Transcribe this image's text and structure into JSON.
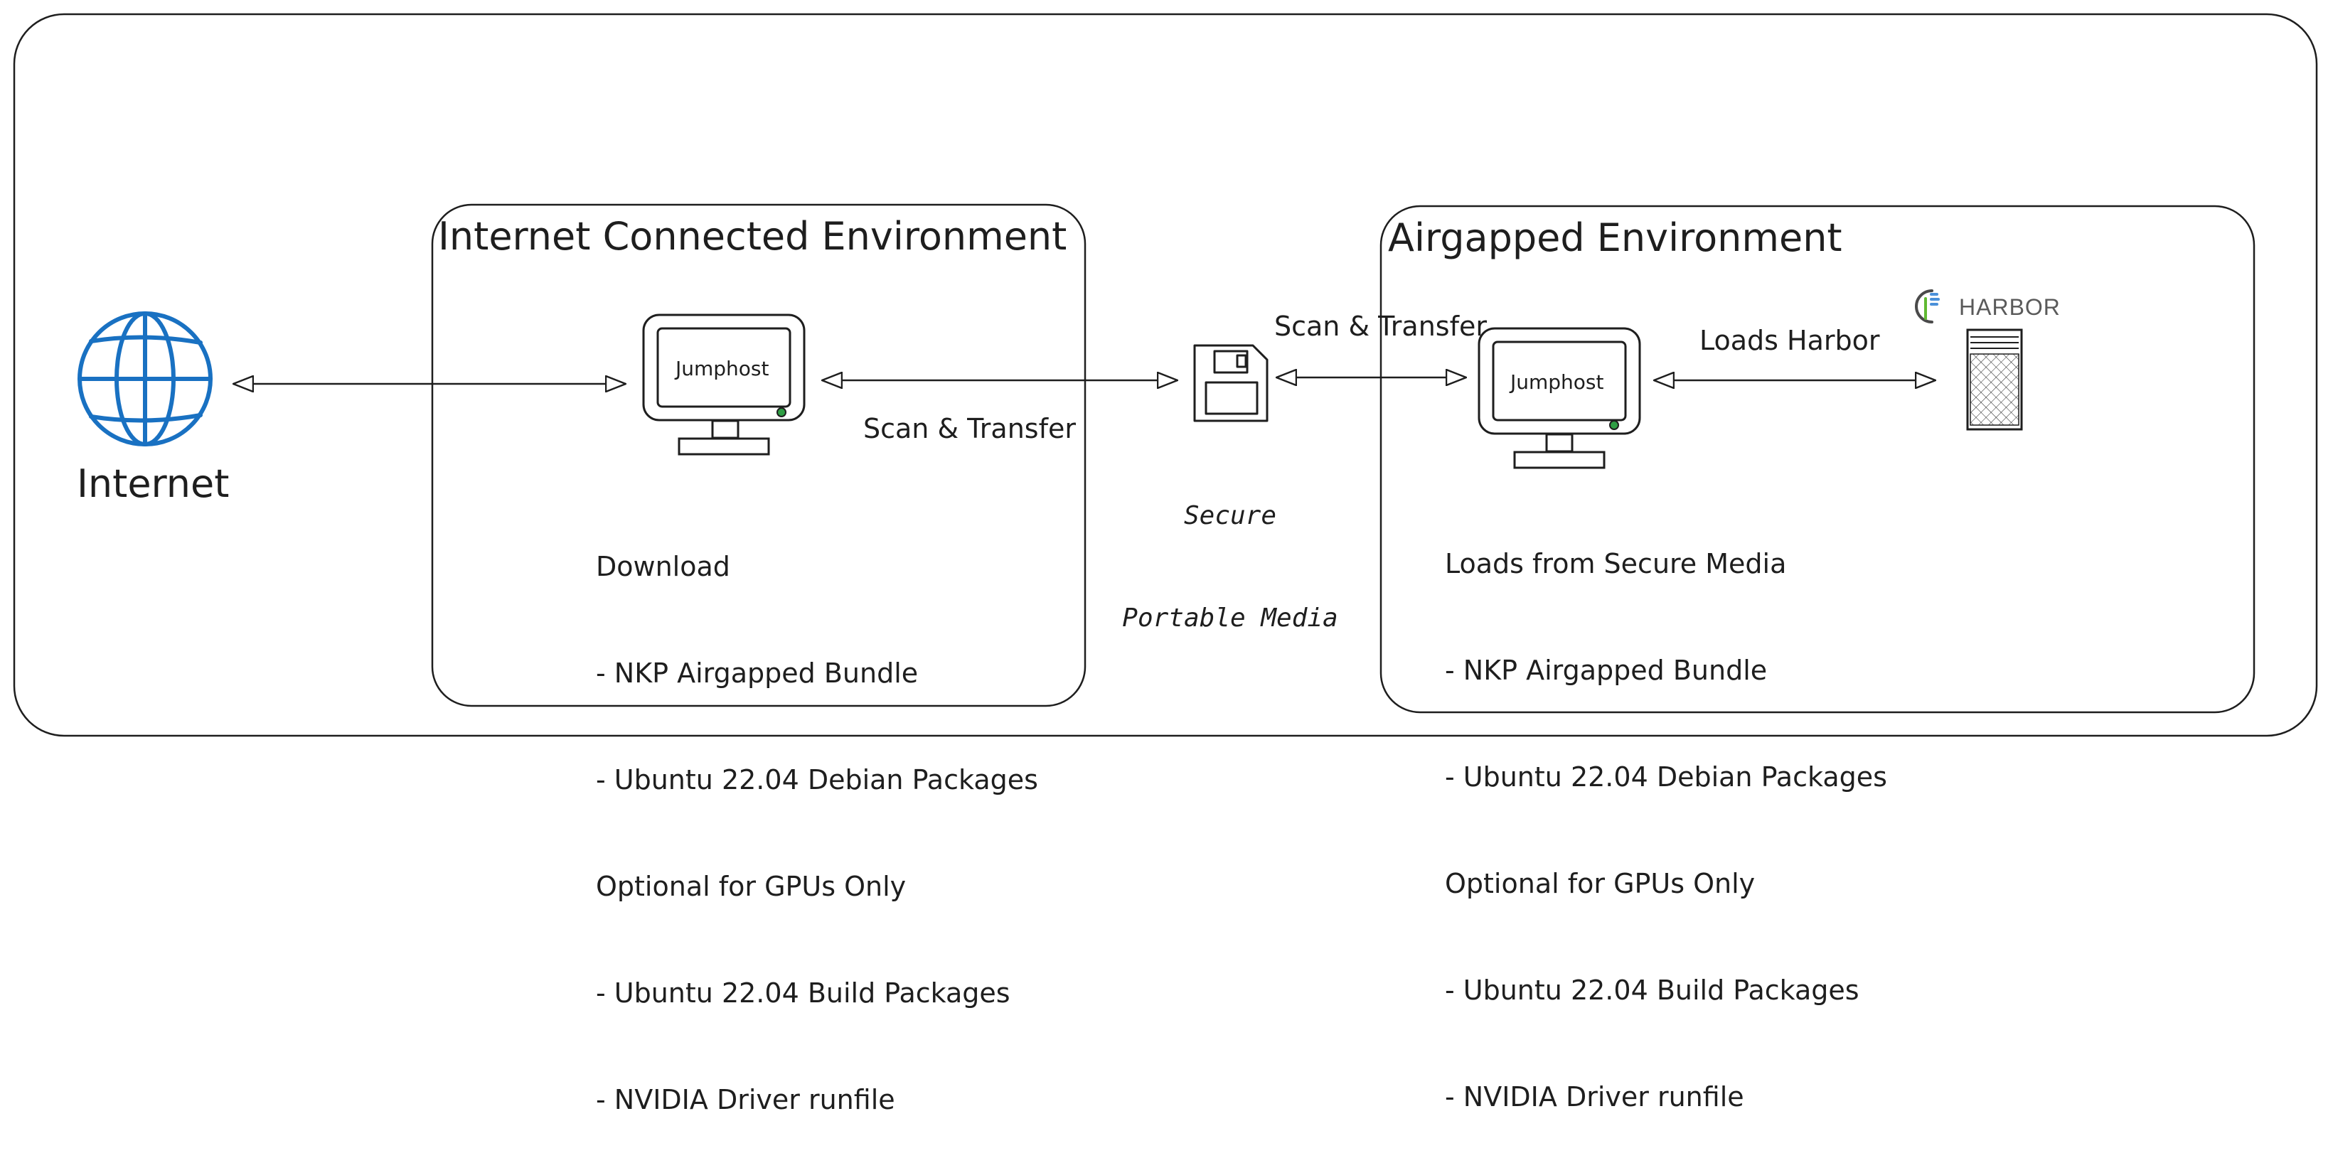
{
  "internet_label": "Internet",
  "left_env": {
    "title": "Internet Connected Environment",
    "jumphost_label": "Jumphost",
    "notes": [
      "Download",
      "- NKP Airgapped Bundle",
      "- Ubuntu 22.04 Debian Packages",
      "Optional for GPUs Only",
      "- Ubuntu 22.04 Build Packages",
      "- NVIDIA Driver runfile"
    ]
  },
  "transfer_left_label": "Scan & Transfer",
  "media": {
    "label_line1": "Secure",
    "label_line2": "Portable Media"
  },
  "transfer_right_label": "Scan & Transfer",
  "right_env": {
    "title": "Airgapped Environment",
    "jumphost_label": "Jumphost",
    "notes": [
      "Loads from Secure Media",
      "- NKP Airgapped Bundle",
      "- Ubuntu 22.04 Debian Packages",
      "Optional for GPUs Only",
      "- Ubuntu 22.04 Build Packages",
      "- NVIDIA Driver runfile"
    ]
  },
  "harbor_edge_label": "Loads Harbor",
  "harbor_logo_text": "HARBOR",
  "colors": {
    "stroke": "#1e1e1e",
    "globe": "#1971c2",
    "led": "#2f9e44"
  }
}
